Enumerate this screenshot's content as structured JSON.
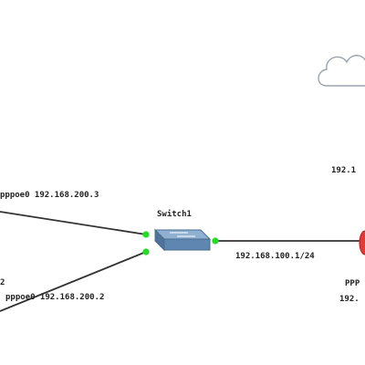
{
  "topology": {
    "switch": {
      "name": "Switch1"
    },
    "links": [
      {
        "label": "pppoe0 192.168.200.3"
      },
      {
        "label": "pppoe0 192.168.200.2"
      },
      {
        "label": "192.168.100.1/24"
      }
    ],
    "server": {
      "partial_label_top": "192.1",
      "partial_label_name": "PPP",
      "partial_label_bottom": "192."
    },
    "left_client_partial": "2",
    "link_status_color": "#22dd22",
    "router_color": "#e03a3a",
    "cloud": {
      "present": true
    }
  }
}
